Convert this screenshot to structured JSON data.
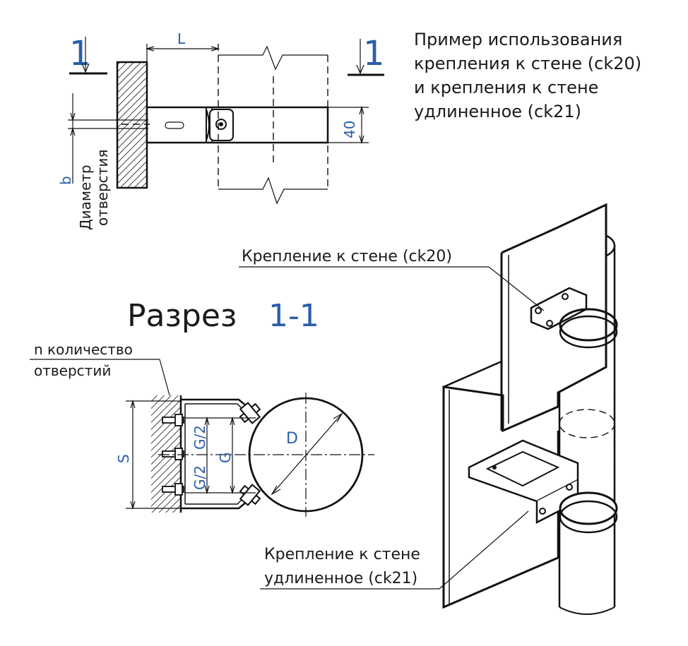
{
  "description_text": {
    "line1": "Пример использования",
    "line2": "крепления к стене (ck20)",
    "line3": "и крепления к стене",
    "line4": "удлиненное (ck21)"
  },
  "top_view": {
    "section_mark_left": "1",
    "section_mark_right": "1",
    "dim_L": "L",
    "dim_40": "40",
    "dim_b": "b",
    "hole_label_1": "Диаметр",
    "hole_label_2": "отверстия"
  },
  "section": {
    "title_word": "Разрез",
    "title_number": "1-1",
    "holes_label_1": "n  количество",
    "holes_label_2": "отверстий",
    "dim_S": "S",
    "dim_G": "G",
    "dim_G2_top": "G/2",
    "dim_G2_bottom": "G/2",
    "dim_D": "D"
  },
  "iso_view": {
    "label_ck20": "Крепление к стене (ck20)",
    "label_ck21_line1": "Крепление к стене",
    "label_ck21_line2": "удлиненное (ck21)"
  }
}
